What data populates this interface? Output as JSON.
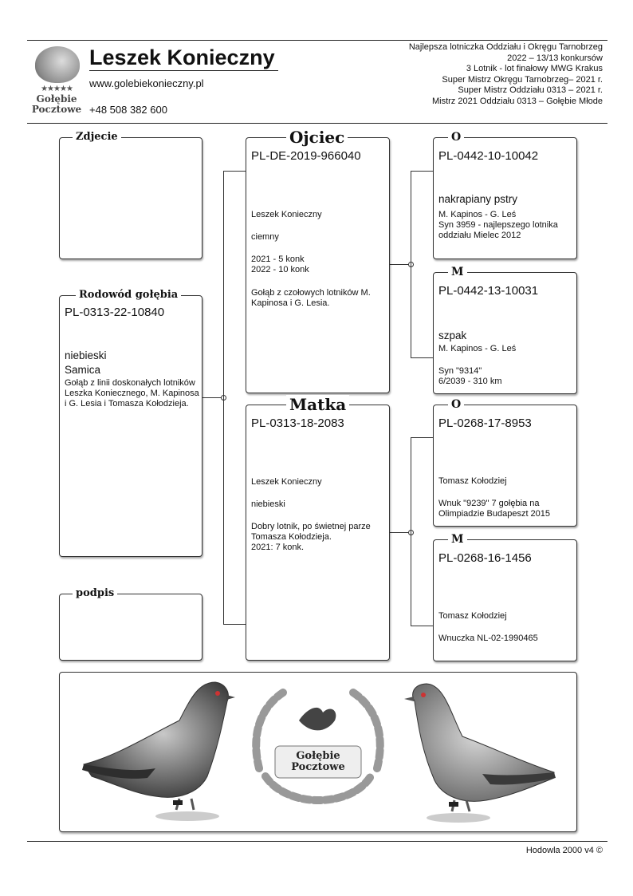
{
  "header": {
    "logo_text": "Gołębie\nPocztowe",
    "logo_stars": "★★★★★",
    "name": "Leszek Konieczny",
    "website": "www.golebiekonieczny.pl",
    "phone": "+48 508 382 600",
    "achievements": [
      "Najlepsza lotniczka Oddziału i Okręgu Tarnobrzeg",
      "2022 – 13/13 konkursów",
      "3 Lotnik - lot finałowy MWG Krakus",
      "Super Mistrz Okręgu Tarnobrzeg– 2021 r.",
      "Super Mistrz Oddziału 0313 – 2021 r.",
      "Mistrz 2021 Oddziału 0313 – Gołębie Młode"
    ]
  },
  "photo": {
    "label": "Zdjecie"
  },
  "pigeon": {
    "label": "Rodowód gołębia",
    "ring": "PL-0313-22-10840",
    "color": "niebieski",
    "sex": "Samica",
    "note": "Gołąb z linii doskonałych lotników Leszka Koniecznego, M. Kapinosa i G. Lesia i Tomasza Kołodzieja."
  },
  "signature": {
    "label": "podpis"
  },
  "father": {
    "label": "Ojciec",
    "ring": "PL-DE-2019-966040",
    "breeder": "Leszek Konieczny",
    "color": "ciemny",
    "results": "2021 - 5 konk\n2022 - 10 konk",
    "note": "Gołąb z czołowych lotników M. Kapinosa i G. Lesia."
  },
  "mother": {
    "label": "Matka",
    "ring": "PL-0313-18-2083",
    "breeder": "Leszek Konieczny",
    "color": "niebieski",
    "note": "Dobry lotnik, po świetnej parze Tomasza Kołodzieja.\n2021: 7 konk."
  },
  "ff": {
    "label": "O",
    "ring": "PL-0442-10-10042",
    "color": "nakrapiany pstry",
    "breeder": "M. Kapinos - G. Leś",
    "note": "Syn 3959 - najlepszego lotnika oddziału Mielec 2012"
  },
  "fm": {
    "label": "M",
    "ring": "PL-0442-13-10031",
    "color": "szpak",
    "breeder": "M. Kapinos - G. Leś",
    "note": "Syn \"9314\"\n6/2039 - 310 km"
  },
  "mf": {
    "label": "O",
    "ring": "PL-0268-17-8953",
    "breeder": "Tomasz Kołodziej",
    "note": "Wnuk \"9239\" 7 gołębia na Olimpiadzie Budapeszt 2015"
  },
  "mm": {
    "label": "M",
    "ring": "PL-0268-16-1456",
    "breeder": "Tomasz Kołodziej",
    "note": "Wnuczka NL-02-1990465"
  },
  "banner": {
    "logo_text": "Gołębie\nPocztowe"
  },
  "footer": {
    "text": "Hodowla 2000 v4 ©"
  },
  "colors": {
    "line": "#333333",
    "bird_dark": "#3a3a3a",
    "bird_mid": "#8c8c8c"
  }
}
